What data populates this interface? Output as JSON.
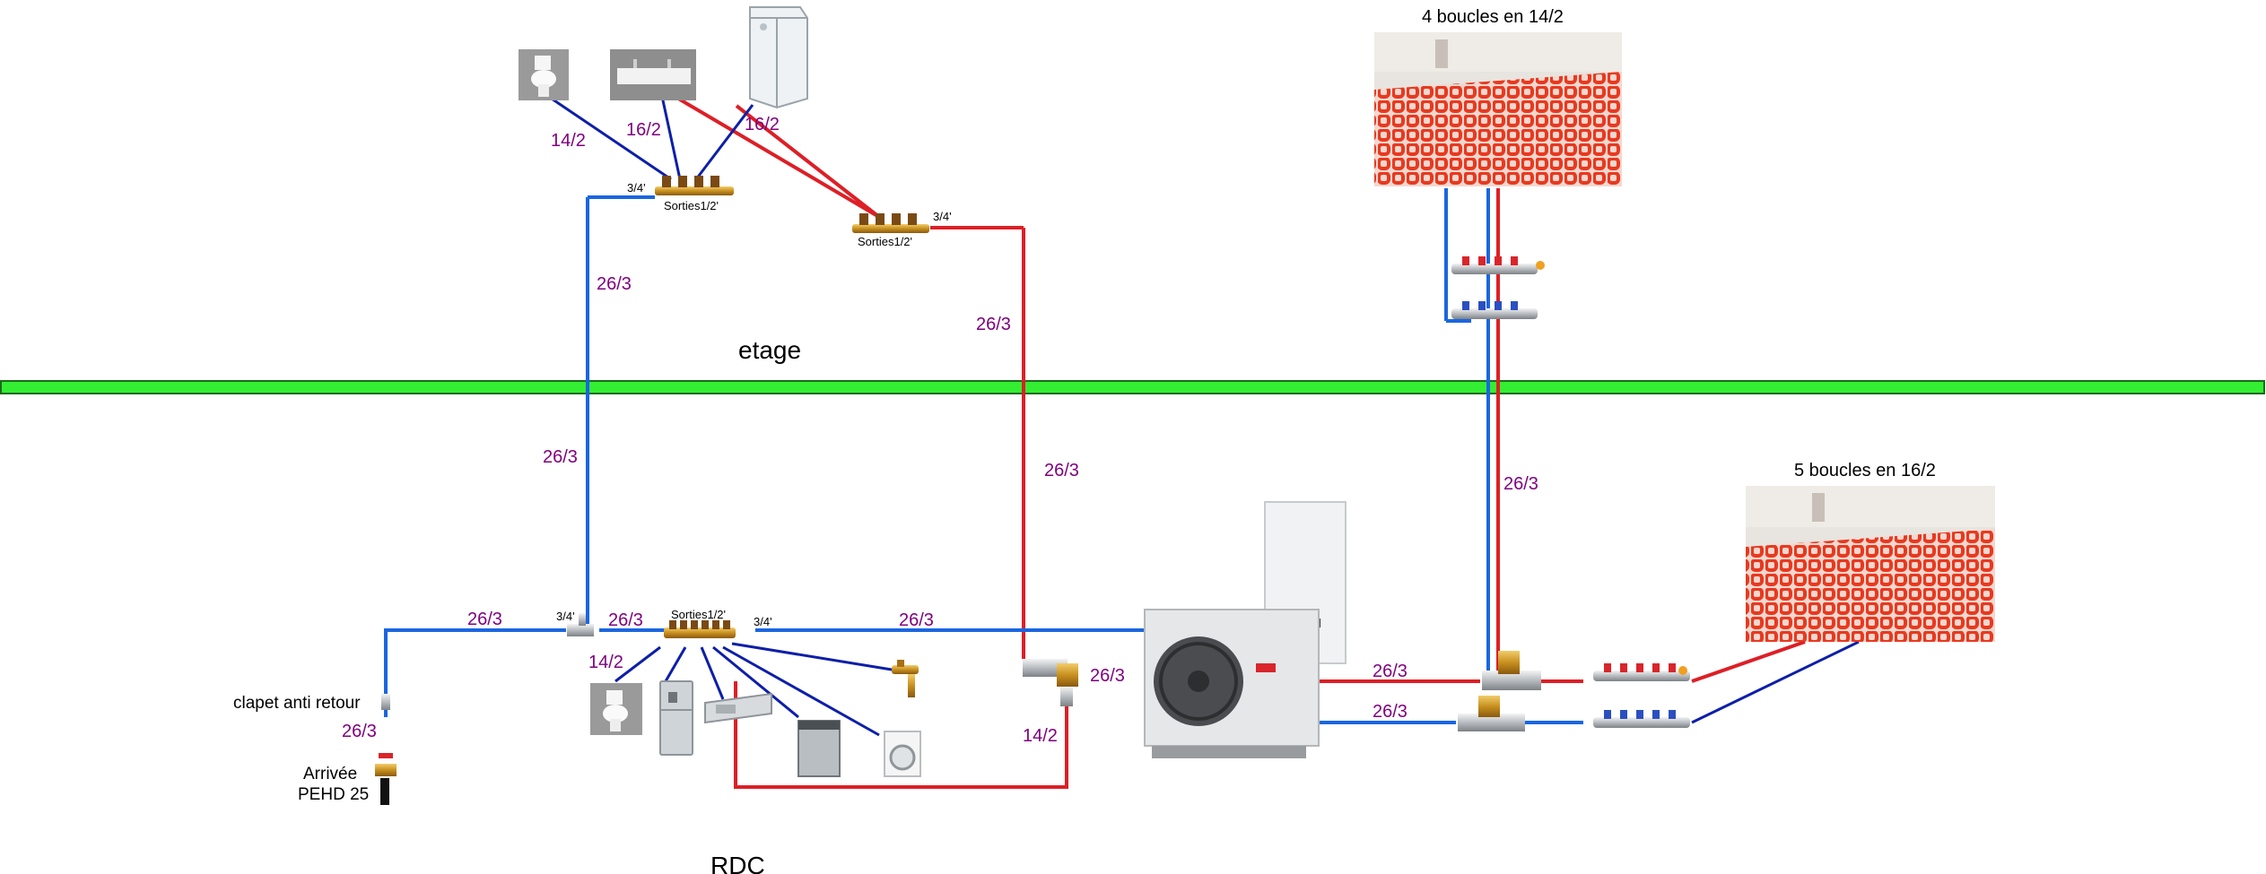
{
  "sections": {
    "upper": "etage",
    "lower": "RDC"
  },
  "floors": {
    "upper_title": "4 boucles en 14/2",
    "lower_title": "5 boucles en 16/2"
  },
  "collectors": {
    "blue_upper_label": "Sorties1/2'",
    "blue_upper_inlet": "3/4'",
    "red_upper_label": "Sorties1/2'",
    "red_upper_inlet": "3/4'",
    "blue_lower_label": "Sorties1/2'",
    "blue_lower_outlet": "3/4'",
    "tee_label": "3/4'"
  },
  "pipe_labels": {
    "wc_up": "14/2",
    "sink_up": "16/2",
    "shower_up": "16/2",
    "riser_blue_upper": "26/3",
    "riser_red_upper": "26/3",
    "riser_blue_lower": "26/3",
    "riser_red_lower": "26/3",
    "heating_riser": "26/3",
    "inlet_horizontal": "26/3",
    "inlet_vertical": "26/3",
    "tee_to_collector": "26/3",
    "collector_to_pac": "26/3",
    "pac_tee": "26/3",
    "tee_down": "14/2",
    "wc_down": "14/2",
    "pac_red": "26/3",
    "pac_blue": "26/3"
  },
  "legend": {
    "check_valve": "clapet anti retour",
    "arrival_line1": "Arrivée",
    "arrival_line2": "PEHD 25"
  },
  "icons": {
    "wc": "toilet-icon",
    "sink": "washbasin-icon",
    "shower": "shower-cabin-icon",
    "fridge": "fridge-icon",
    "kitchen_sink": "kitchen-sink-icon",
    "dishwasher": "dishwasher-icon",
    "washing_machine": "washing-machine-icon",
    "tap": "outdoor-tap-icon",
    "heat_pump": "heat-pump-icon",
    "floor_heating": "floor-heating-icon",
    "manifold": "heating-manifold-icon"
  },
  "colors": {
    "cold_water": "#1a66e0",
    "cold_branch": "#0d1fa8",
    "hot_water": "#dd1f26",
    "floor_slab": "#33ee33",
    "label": "#800080"
  }
}
